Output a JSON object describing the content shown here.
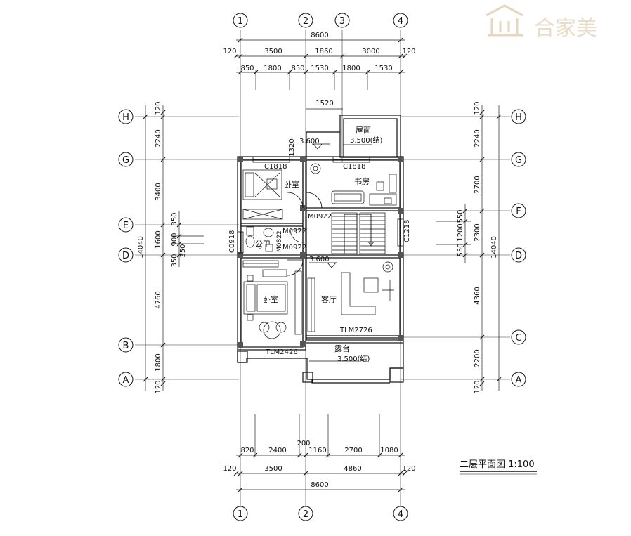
{
  "watermark": {
    "text": "合家美"
  },
  "axes": {
    "top": [
      "1",
      "2",
      "3",
      "4"
    ],
    "bottom": [
      "1",
      "2",
      "4"
    ],
    "left": [
      "H",
      "G",
      "E",
      "D",
      "B",
      "A"
    ],
    "right": [
      "H",
      "G",
      "F",
      "D",
      "C",
      "A"
    ]
  },
  "dims": {
    "top_total": "8600",
    "top_row1": [
      "120",
      "3500",
      "1860",
      "3000",
      "120"
    ],
    "top_row2": [
      "850",
      "1800",
      "850",
      "1530",
      "1800",
      "1530"
    ],
    "top_extra": "1520",
    "bottom_total": "8600",
    "bottom_row1": [
      "120",
      "3500",
      "4860",
      "120"
    ],
    "bottom_row2": [
      "820",
      "2400",
      "200",
      "1160",
      "2700",
      "1080"
    ],
    "left_total": "14040",
    "left_outer": [
      "120",
      "2240",
      "3400",
      "1600",
      "350",
      "4760",
      "1800",
      "120"
    ],
    "left_inner": [
      "350",
      "900",
      "350"
    ],
    "right_total": "14040",
    "right_outer": [
      "120",
      "2240",
      "2700",
      "2300",
      "4360",
      "2200",
      "120"
    ],
    "right_inner": [
      "550",
      "1200",
      "550"
    ],
    "misc": [
      "1320"
    ]
  },
  "rooms": {
    "roof": "屋面",
    "roof_elev": "3.500(结)",
    "bedroom_top": "卧室",
    "study": "书房",
    "bath": "公卫",
    "bedroom_main": "卧室",
    "living": "客厅",
    "terrace": "露台",
    "terrace_elev": "3.500(结)",
    "elev1": "3.600",
    "elev2": "3.600"
  },
  "codes": {
    "c1818_a": "C1818",
    "c1818_b": "C1818",
    "m0922_a": "M0922",
    "m0922_b": "M0922",
    "m0922_c": "M0922",
    "m0822": "M0822",
    "c0918": "C0918",
    "c1218": "C1218",
    "tlm2726": "TLM2726",
    "tlm2426": "TLM2426"
  },
  "title": {
    "text": "二层平面图 1:100"
  }
}
